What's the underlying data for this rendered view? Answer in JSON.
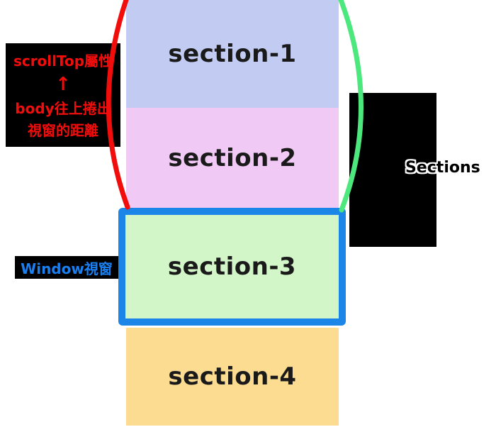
{
  "diagram": {
    "sections": [
      {
        "id": "section-1",
        "label": "section-1",
        "color": "#c2ccf3"
      },
      {
        "id": "section-2",
        "label": "section-2",
        "color": "#f0c9f5"
      },
      {
        "id": "section-3",
        "label": "section-3",
        "color": "#d3f6c8"
      },
      {
        "id": "section-4",
        "label": "section-4",
        "color": "#fcdc90"
      }
    ],
    "scrolltop_label": {
      "line1": "scrollTop屬性",
      "arrow": "↑",
      "line2": "body往上捲出",
      "line3": "視窗的距離",
      "text_color": "#f20d0d",
      "bg_color": "#000000"
    },
    "window_label": {
      "text": "Window視窗",
      "text_color": "#1a7ff0",
      "bg_color": "#000000"
    },
    "right_label": {
      "text": "Sections",
      "bg_color": "#000000"
    },
    "colors": {
      "window_border": "#1c86e8",
      "red_curve": "#f20d0d",
      "green_curve": "#4ce87e",
      "background": "#ffffff"
    }
  }
}
